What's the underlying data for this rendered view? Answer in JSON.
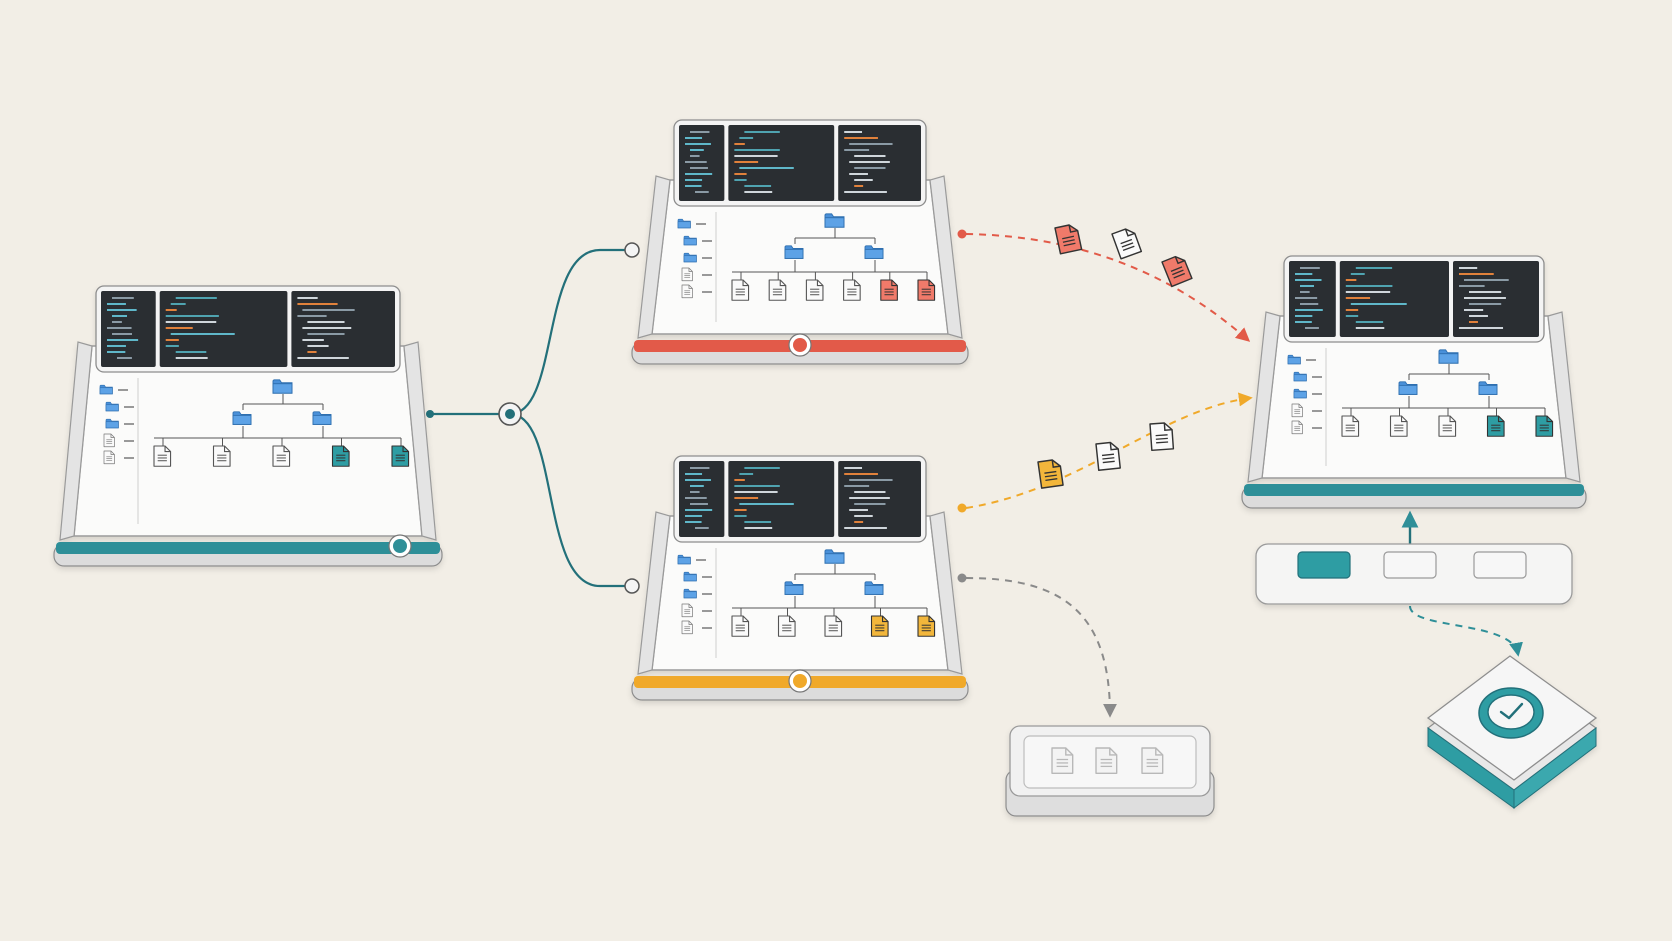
{
  "colors": {
    "background": "#f2eee6",
    "teal": "#2f8f98",
    "teal_dark": "#23707a",
    "red": "#e25a48",
    "orange": "#f0a92a",
    "grey": "#8a8a8a",
    "folder_blue": "#4a90d9",
    "code_bg": "#2a2d31"
  },
  "nodes": [
    {
      "id": "source-branch",
      "accent": "teal",
      "highlighted_files": 2
    },
    {
      "id": "red-branch",
      "accent": "red",
      "highlighted_files": 2
    },
    {
      "id": "orange-branch",
      "accent": "orange",
      "highlighted_files": 2
    },
    {
      "id": "merged-branch",
      "accent": "teal",
      "highlighted_files": 2
    }
  ],
  "edges": [
    {
      "from": "source-branch",
      "to": "red-branch",
      "style": "solid"
    },
    {
      "from": "source-branch",
      "to": "orange-branch",
      "style": "solid"
    },
    {
      "from": "red-branch",
      "to": "merged-branch",
      "style": "dashed",
      "color": "red"
    },
    {
      "from": "orange-branch",
      "to": "merged-branch",
      "style": "dashed",
      "color": "orange"
    },
    {
      "from": "orange-branch",
      "to": "discard-tray",
      "style": "dashed",
      "color": "grey"
    },
    {
      "from": "selector-panel",
      "to": "merged-branch",
      "style": "solid"
    },
    {
      "from": "selector-panel",
      "to": "clock-node",
      "style": "dashed",
      "color": "teal"
    }
  ],
  "icons": [
    "folder-icon",
    "file-icon",
    "clock-icon"
  ]
}
